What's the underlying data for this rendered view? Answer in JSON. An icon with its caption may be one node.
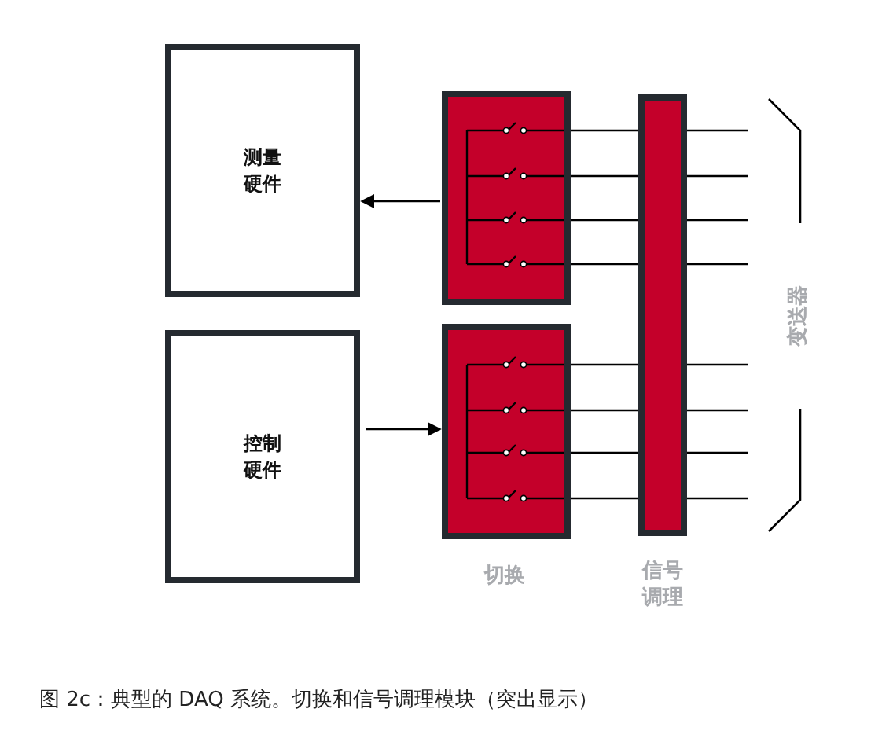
{
  "diagram": {
    "caption": "图 2c：典型的 DAQ 系统。切换和信号调理模块（突出显示）",
    "nodes": [
      {
        "text": [
          "测量硬件"
        ]
      },
      {
        "text": [
          "控制硬件"
        ]
      },
      {
        "text": [],
        "shape": "box"
      },
      {
        "text": [],
        "shape": "box",
        "beside": [
          "切换"
        ]
      },
      {
        "text": [],
        "shape": "bar",
        "beside": [
          "信号调理"
        ]
      }
    ],
    "edges": [
      {
        "from": 2,
        "to": 0,
        "arrow": "to"
      },
      {
        "from": 1,
        "to": 3,
        "arrow": "to"
      },
      {
        "from": 2,
        "to": null,
        "arrow": "none"
      },
      {
        "from": 2,
        "to": null,
        "arrow": "none"
      },
      {
        "from": 2,
        "to": null,
        "arrow": "none"
      },
      {
        "from": 2,
        "to": null,
        "arrow": "none"
      },
      {
        "from": 3,
        "to": null,
        "arrow": "none"
      },
      {
        "from": 3,
        "to": null,
        "arrow": "none"
      },
      {
        "from": 3,
        "to": null,
        "arrow": "none"
      },
      {
        "from": 3,
        "to": null,
        "arrow": "none"
      }
    ],
    "labels": [
      "变送器"
    ]
  }
}
